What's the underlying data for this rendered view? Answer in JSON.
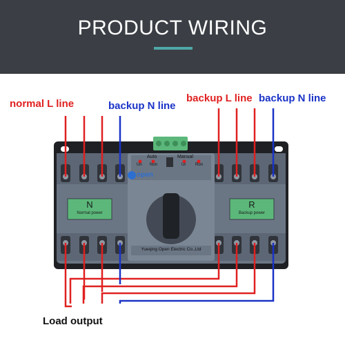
{
  "header": {
    "title": "PRODUCT WIRING",
    "background": "#3b3f45",
    "accent": "#4ea7a8"
  },
  "labels": {
    "normal_l_line": "normal L line",
    "backup_n_line_left": "backup N line",
    "backup_l_line": "backup L line",
    "backup_n_line_right": "backup N line",
    "load_output": "Load output"
  },
  "device": {
    "brand": "open",
    "manufacturer": "Yueqing Open Electric Co.,Ltd",
    "left_panel": {
      "letter": "N",
      "caption": "Normal power"
    },
    "right_panel": {
      "letter": "R",
      "caption": "Backup power"
    },
    "indicators": {
      "auto": "Auto",
      "manual": "Manual",
      "un": "Un",
      "non": "Non",
      "ur": "Ur",
      "ron": "Ron"
    }
  },
  "colors": {
    "live_wire": "#e02020",
    "neutral_wire": "#1a33c7",
    "body": "#6b7685",
    "body_dark": "#4a5260",
    "panel_green": "#5bb87a"
  }
}
